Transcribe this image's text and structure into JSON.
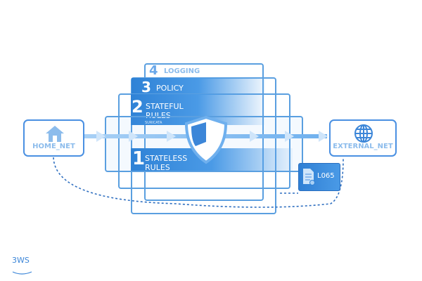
{
  "nodes": {
    "home": {
      "label": "HOME_NET",
      "icon": "house-icon"
    },
    "external": {
      "label": "EXTERNAL_NET",
      "icon": "globe-icon"
    }
  },
  "layers": [
    {
      "number": "1",
      "title_line1": "STATELESS",
      "title_line2": "RULES"
    },
    {
      "number": "2",
      "title_line1": "STATEFUL",
      "title_line2": "RULES",
      "subtitle": "SURICATA"
    },
    {
      "number": "3",
      "title_line1": "POLICY"
    },
    {
      "number": "4",
      "title_line1": "LOGGING"
    }
  ],
  "logs": {
    "label": "L065",
    "icon": "log-document-icon"
  },
  "center_icon": "shield-icon",
  "logo": {
    "text": "3WS"
  },
  "colors": {
    "primary": "#2f82d6",
    "light": "#8cbcec",
    "border": "#4a90e2"
  }
}
